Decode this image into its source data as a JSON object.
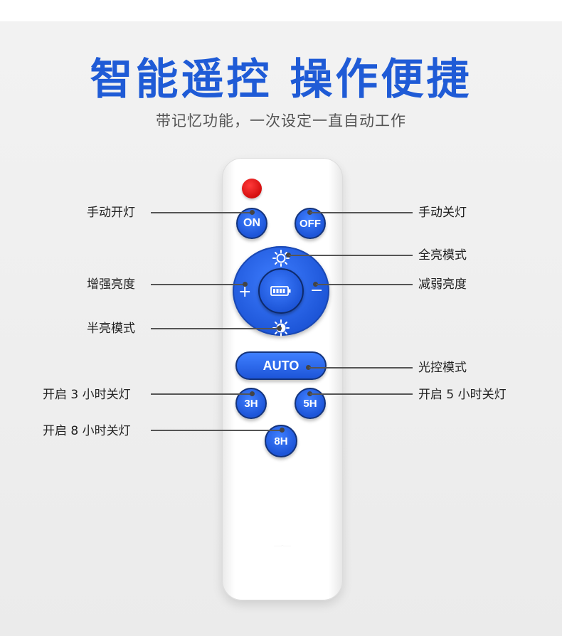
{
  "header": {
    "title": "智能遥控 操作便捷",
    "subtitle": "带记忆功能，一次设定一直自动工作"
  },
  "remote": {
    "buttons": {
      "on": "ON",
      "off": "OFF",
      "auto": "AUTO",
      "h3": "3H",
      "h5": "5H",
      "h8": "8H",
      "plus": "+",
      "minus": "−"
    },
    "icons": {
      "led": "indicator-light",
      "full_brightness": "sun-icon",
      "half_brightness": "half-sun-icon",
      "battery": "battery-icon"
    },
    "colors": {
      "button_blue": "#1d55d8",
      "led_red": "#e01010",
      "title_blue": "#1f5bd6"
    }
  },
  "callouts": {
    "manual_on": "手动开灯",
    "manual_off": "手动关灯",
    "full_brightness": "全亮模式",
    "increase_brightness": "增强亮度",
    "decrease_brightness": "减弱亮度",
    "half_brightness": "半亮模式",
    "light_control": "光控模式",
    "on_3h": "开启 3 小时关灯",
    "on_5h": "开启 5 小时关灯",
    "on_8h": "开启 8 小时关灯"
  }
}
